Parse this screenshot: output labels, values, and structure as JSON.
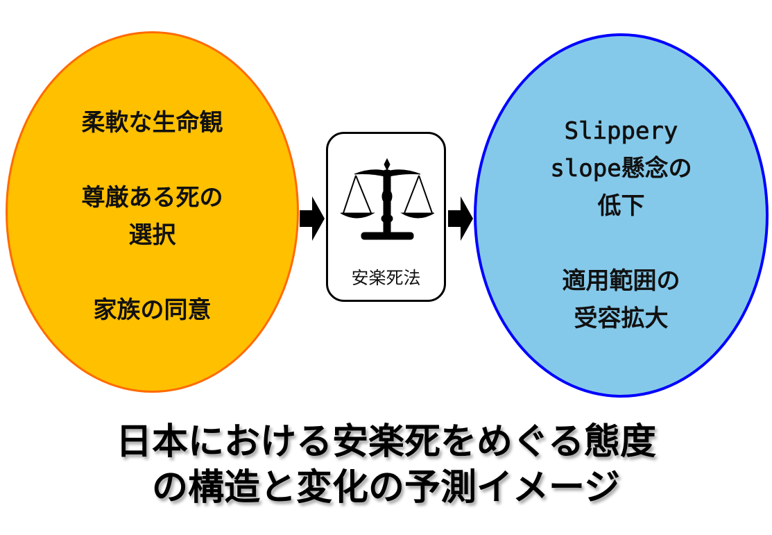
{
  "left_circle": {
    "lines": [
      "柔軟な生命観",
      "",
      "尊厳ある死の",
      "選択",
      "",
      "家族の同意"
    ],
    "fill": "#FFC000",
    "stroke": "#FF6A00"
  },
  "center_box": {
    "icon": "scales-of-justice-icon",
    "label": "安楽死法"
  },
  "right_circle": {
    "line1": "Slippery",
    "line2_latin": "slope",
    "line2_jp": "懸念の",
    "line3": "低下",
    "line4": "適用範囲の",
    "line5": "受容拡大",
    "fill": "#85C9EA",
    "stroke": "#0000FF"
  },
  "title": {
    "line1": "日本における安楽死をめぐる態度",
    "line2": "の構造と変化の予測イメージ"
  }
}
